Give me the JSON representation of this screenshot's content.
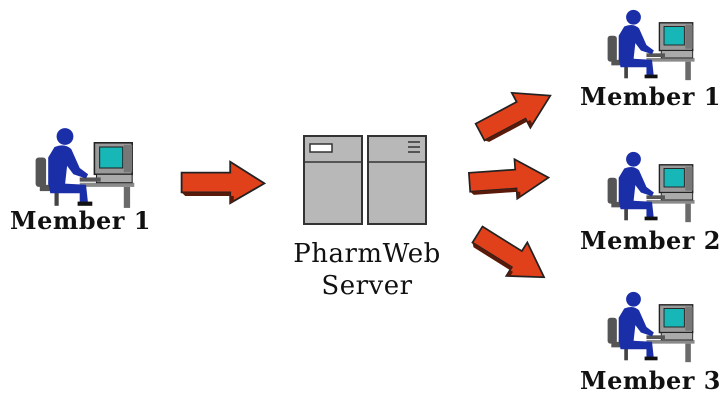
{
  "diagram": {
    "sender": {
      "label": "Member 1",
      "icon": "user-at-computer-icon"
    },
    "server": {
      "line1": "PharmWeb",
      "line2": "Server",
      "icon": "server-icon"
    },
    "recipients": [
      {
        "label": "Member 1",
        "icon": "user-at-computer-icon"
      },
      {
        "label": "Member 2",
        "icon": "user-at-computer-icon"
      },
      {
        "label": "Member 3",
        "icon": "user-at-computer-icon"
      }
    ],
    "arrows": {
      "icon": "arrow-right-icon",
      "color": "#e0401a"
    },
    "colors": {
      "person": "#1a2ea8",
      "monitor_screen": "#18b7b7",
      "device_gray": "#b8b8b8",
      "dark": "#333333"
    }
  }
}
